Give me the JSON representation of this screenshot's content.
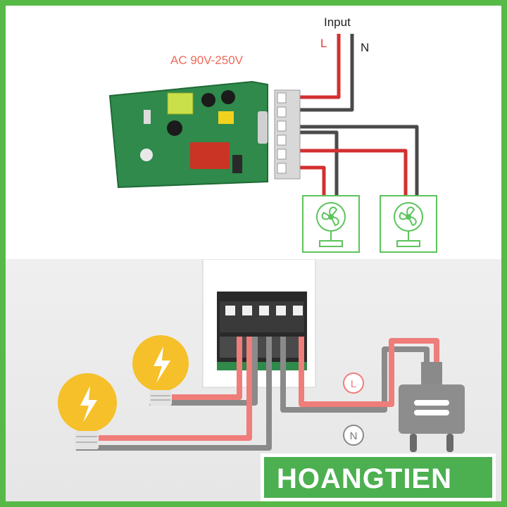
{
  "top": {
    "input_label": "Input",
    "live_label": "L",
    "neutral_label": "N",
    "voltage_label": "AC 90V-250V"
  },
  "bottom": {
    "live_marker": "L",
    "neutral_marker": "N"
  },
  "brand": {
    "name": "HOANGTIEN"
  },
  "colors": {
    "frame": "#57b947",
    "live_wire": "#e53935",
    "neutral_wire": "#555555",
    "pcb": "#2e8b4a",
    "fan_outline": "#5cc45c",
    "bulb": "#f5c02a"
  }
}
